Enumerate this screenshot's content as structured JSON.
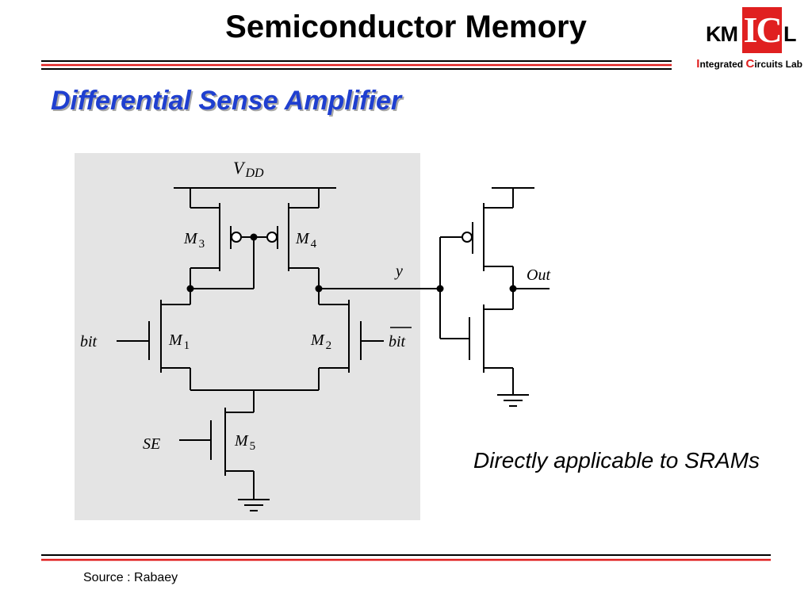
{
  "slide": {
    "title": "Semiconductor Memory",
    "subtitle": "Differential Sense Amplifier",
    "caption": "Directly applicable to SRAMs",
    "source": "Source : Rabaey"
  },
  "logo": {
    "km": "KM",
    "ic": "IC",
    "l": "L",
    "integrated_cap": "I",
    "integrated_rest": "ntegrated ",
    "circuits_cap": "C",
    "circuits_rest": "ircuits Lab"
  },
  "circuit": {
    "vdd_main": "V",
    "vdd_sub": "DD",
    "m_letter": "M",
    "m1_sub": "1",
    "m2_sub": "2",
    "m3_sub": "3",
    "m4_sub": "4",
    "m5_sub": "5",
    "bit": "bit",
    "bit_bar": "bit",
    "se": "SE",
    "node_y": "y",
    "out": "Out"
  },
  "colors": {
    "title": "#000000",
    "subtitle": "#1f3fd0",
    "accent_red": "#e02020",
    "panel": "#e4e4e4"
  }
}
